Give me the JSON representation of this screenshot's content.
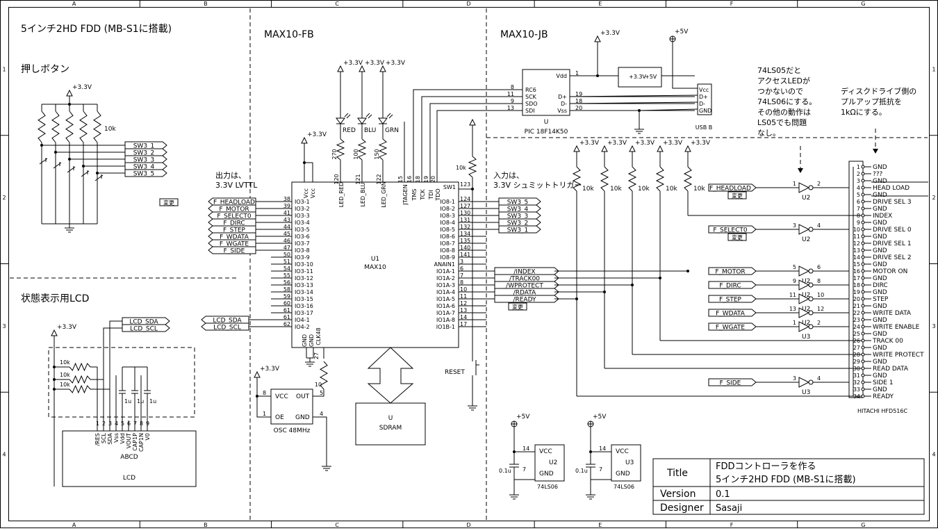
{
  "frame": {
    "cols": [
      "A",
      "B",
      "C",
      "D",
      "E",
      "F",
      "G"
    ],
    "rows": [
      "1",
      "2",
      "3",
      "4"
    ]
  },
  "titles": {
    "main": "5インチ2HD FDD (MB-S1に搭載)",
    "fb": "MAX10-FB",
    "jb": "MAX10-JB",
    "buttons": "押しボタン",
    "lcd_section": "状態表示用LCD"
  },
  "notes": {
    "output1": "出力は、",
    "output2": "3.3V LVTTL",
    "input1": "入力は、",
    "input2": "3.3V シュミットトリガー",
    "ls05": [
      "74LS05だと",
      "アクセスLEDが",
      "つかないので",
      "74LS06にする。",
      "その他の動作は",
      "LS05でも問題",
      "なし。"
    ],
    "pullup": [
      "ディスクドライブ側の",
      "プルアップ抵抗を",
      "1kΩにする。"
    ]
  },
  "power": {
    "v33": "+3.3V",
    "v5": "+5V"
  },
  "buttons_block": {
    "res": "10k",
    "nets": [
      "SW3_1",
      "SW3_2",
      "SW3_3",
      "SW3_4",
      "SW3_5"
    ]
  },
  "fpga": {
    "ref": "U1",
    "part": "MAX10",
    "left_pins": [
      {
        "n": "38",
        "p": "IO3-1"
      },
      {
        "n": "39",
        "p": "IO3-2"
      },
      {
        "n": "41",
        "p": "IO3-3"
      },
      {
        "n": "43",
        "p": "IO3-4"
      },
      {
        "n": "44",
        "p": "IO3-5"
      },
      {
        "n": "45",
        "p": "IO3-6"
      },
      {
        "n": "46",
        "p": "IO3-7"
      },
      {
        "n": "47",
        "p": "IO3-8"
      },
      {
        "n": "50",
        "p": "IO3-9"
      },
      {
        "n": "51",
        "p": "IO3-10"
      },
      {
        "n": "54",
        "p": "IO3-11"
      },
      {
        "n": "55",
        "p": "IO3-12"
      },
      {
        "n": "56",
        "p": "IO3-13"
      },
      {
        "n": "58",
        "p": "IO3-14"
      },
      {
        "n": "59",
        "p": "IO3-15"
      },
      {
        "n": "60",
        "p": "IO3-16"
      },
      {
        "n": "61",
        "p": "IO3-17"
      },
      {
        "n": "61",
        "p": "IO4-1"
      },
      {
        "n": "62",
        "p": "IO4-2"
      }
    ],
    "right_pins": [
      {
        "n": "124",
        "p": "IO8-1"
      },
      {
        "n": "127",
        "p": "IO8-2"
      },
      {
        "n": "130",
        "p": "IO8-3"
      },
      {
        "n": "131",
        "p": "IO8-4"
      },
      {
        "n": "132",
        "p": "IO8-5"
      },
      {
        "n": "134",
        "p": "IO8-6"
      },
      {
        "n": "135",
        "p": "IO8-7"
      },
      {
        "n": "140",
        "p": "IO8-8"
      },
      {
        "n": "141",
        "p": "IO8-9"
      },
      {
        "n": "3",
        "p": "ANAIN1"
      },
      {
        "n": "6",
        "p": "IO1A-1"
      },
      {
        "n": "7",
        "p": "IO1A-2"
      },
      {
        "n": "8",
        "p": "IO1A-3"
      },
      {
        "n": "10",
        "p": "IO1A-4"
      },
      {
        "n": "11",
        "p": "IO1A-5"
      },
      {
        "n": "12",
        "p": "IO1A-6"
      },
      {
        "n": "13",
        "p": "IO1A-7"
      },
      {
        "n": "14",
        "p": "IO1A-8"
      },
      {
        "n": "17",
        "p": "IO1B-1"
      }
    ],
    "sw1": {
      "n": "123",
      "p": "SW1"
    },
    "top_pins": [
      {
        "n": "120",
        "p": "LED_RED"
      },
      {
        "n": "121",
        "p": "LED_BLU"
      },
      {
        "n": "122",
        "p": "LED_GRN"
      },
      {
        "n": "15",
        "p": "JTAGEN"
      },
      {
        "n": "16",
        "p": "TMS"
      },
      {
        "n": "18",
        "p": "TCK"
      },
      {
        "n": "19",
        "p": "TDI"
      },
      {
        "n": "20",
        "p": "TDO"
      }
    ],
    "vcc": [
      "Vcc",
      "Vcc"
    ],
    "bottom": {
      "gnd1": "GND",
      "gnd2": "GND",
      "clk": "CLK48",
      "clk_n": "27"
    }
  },
  "out_nets": [
    "F_HEADLOAD",
    "F_MOTOR",
    "F_SELECT0",
    "F_DIRC",
    "F_STEP",
    "F_WDATA",
    "F_WGATE",
    "F_SIDE"
  ],
  "henkou": "変更",
  "lcd_nets": [
    "LCD_SDA",
    "LCD_SCL"
  ],
  "sw_out_nets": [
    "SW3_5",
    "SW3_4",
    "SW3_3",
    "SW3_2",
    "SW3_1"
  ],
  "in_nets": [
    "/INDEX",
    "/TRACK00",
    "/WPROTECT",
    "/RDATA",
    "/READY"
  ],
  "leds": {
    "labels": [
      "RED",
      "BLU",
      "GRN"
    ],
    "res": [
      "270",
      "100",
      "150"
    ]
  },
  "pic": {
    "ref": "U",
    "part": "PIC 18F14K50",
    "left": [
      {
        "n": "8",
        "p": "RC6"
      },
      {
        "n": "11",
        "p": "SCK"
      },
      {
        "n": "9",
        "p": "SDO"
      },
      {
        "n": "13",
        "p": "SDI"
      }
    ],
    "right": [
      {
        "n": "1",
        "p": "Vdd"
      },
      {
        "n": "19",
        "p": "D+"
      },
      {
        "n": "18",
        "p": "D-"
      },
      {
        "n": "20",
        "p": "Vss"
      }
    ]
  },
  "reg": {
    "in": "+3.3V",
    "out": "+5V"
  },
  "usb": {
    "label": "USB B",
    "pins": [
      "Vcc",
      "D+",
      "D-",
      "GND"
    ]
  },
  "pullups": {
    "res": "10k"
  },
  "buffers": {
    "rows": [
      {
        "net": "F_HEADLOAD",
        "in": "1",
        "out": "2",
        "ref": "U2"
      },
      {
        "net": "F_SELECT0",
        "in": "3",
        "out": "4",
        "ref": "U2"
      },
      {
        "net": "F_MOTOR",
        "in": "5",
        "out": "6",
        "ref": "U2"
      },
      {
        "net": "F_DIRC",
        "in": "9",
        "out": "8",
        "ref": "U2"
      },
      {
        "net": "F_STEP",
        "in": "11",
        "out": "10",
        "ref": "U2"
      },
      {
        "net": "F_WDATA",
        "in": "13",
        "out": "12",
        "ref": "U2"
      },
      {
        "net": "F_WGATE",
        "in": "1",
        "out": "2",
        "ref": "U3"
      },
      {
        "net": "F_SIDE",
        "in": "3",
        "out": "4",
        "ref": "U3"
      }
    ]
  },
  "connector": {
    "ref": "HITACHI HFD516C",
    "pins": [
      {
        "n": "1",
        "l": "GND"
      },
      {
        "n": "2",
        "l": "???"
      },
      {
        "n": "3",
        "l": "GND"
      },
      {
        "n": "4",
        "l": "HEAD LOAD"
      },
      {
        "n": "5",
        "l": "GND"
      },
      {
        "n": "6",
        "l": "DRIVE SEL 3"
      },
      {
        "n": "7",
        "l": "GND"
      },
      {
        "n": "8",
        "l": "INDEX"
      },
      {
        "n": "9",
        "l": "GND"
      },
      {
        "n": "10",
        "l": "DRIVE SEL 0"
      },
      {
        "n": "11",
        "l": "GND"
      },
      {
        "n": "12",
        "l": "DRIVE SEL 1"
      },
      {
        "n": "13",
        "l": "GND"
      },
      {
        "n": "14",
        "l": "DRIVE SEL 2"
      },
      {
        "n": "15",
        "l": "GND"
      },
      {
        "n": "16",
        "l": "MOTOR ON"
      },
      {
        "n": "17",
        "l": "GND"
      },
      {
        "n": "18",
        "l": "DIRC"
      },
      {
        "n": "19",
        "l": "GND"
      },
      {
        "n": "20",
        "l": "STEP"
      },
      {
        "n": "21",
        "l": "GND"
      },
      {
        "n": "22",
        "l": "WRITE DATA"
      },
      {
        "n": "23",
        "l": "GND"
      },
      {
        "n": "24",
        "l": "WRITE ENABLE"
      },
      {
        "n": "25",
        "l": "GND"
      },
      {
        "n": "26",
        "l": "TRACK 00"
      },
      {
        "n": "27",
        "l": "GND"
      },
      {
        "n": "28",
        "l": "WRITE PROTECT"
      },
      {
        "n": "29",
        "l": "GND"
      },
      {
        "n": "30",
        "l": "READ DATA"
      },
      {
        "n": "31",
        "l": "GND"
      },
      {
        "n": "32",
        "l": "SIDE 1"
      },
      {
        "n": "33",
        "l": "GND"
      },
      {
        "n": "34",
        "l": "READY"
      }
    ]
  },
  "osc": {
    "label": "OSC 48MHz",
    "vcc": "VCC",
    "out": "OUT",
    "oe": "OE",
    "gnd": "GND",
    "p8": "8",
    "p5": "5",
    "p1": "1",
    "p4": "4",
    "res": "10"
  },
  "reset": {
    "label": "RESET",
    "res": "10k"
  },
  "sdram": {
    "ref": "U",
    "part": "SDRAM"
  },
  "lcd": {
    "chip": "ABCD",
    "label": "LCD",
    "res": [
      "10k",
      "10k",
      "10k"
    ],
    "caps": [
      "1u",
      "1u",
      "1u"
    ],
    "pins": [
      {
        "n": "1",
        "p": "/RES"
      },
      {
        "n": "2",
        "p": "SCL"
      },
      {
        "n": "3",
        "p": "SDA"
      },
      {
        "n": "4",
        "p": "Vss"
      },
      {
        "n": "5",
        "p": "Vdd"
      },
      {
        "n": "6",
        "p": "VOUT"
      },
      {
        "n": "7",
        "p": "CAP1P"
      },
      {
        "n": "8",
        "p": "CAP1N"
      },
      {
        "n": "9",
        "p": "V0"
      }
    ]
  },
  "ls06": [
    {
      "ref": "U2",
      "part": "74LS06",
      "vcc": "VCC",
      "gnd": "GND",
      "p14": "14",
      "p7": "7",
      "cap": "0.1u",
      "v": "+5V"
    },
    {
      "ref": "U3",
      "part": "74LS06",
      "vcc": "VCC",
      "gnd": "GND",
      "p14": "14",
      "p7": "7",
      "cap": "0.1u",
      "v": "+5V"
    }
  ],
  "titleblock": {
    "title_k": "Title",
    "title_v1": "FDDコントローラを作る",
    "title_v2": "5インチ2HD FDD (MB-S1に搭載)",
    "ver_k": "Version",
    "ver_v": "0.1",
    "des_k": "Designer",
    "des_v": "Sasaji"
  }
}
